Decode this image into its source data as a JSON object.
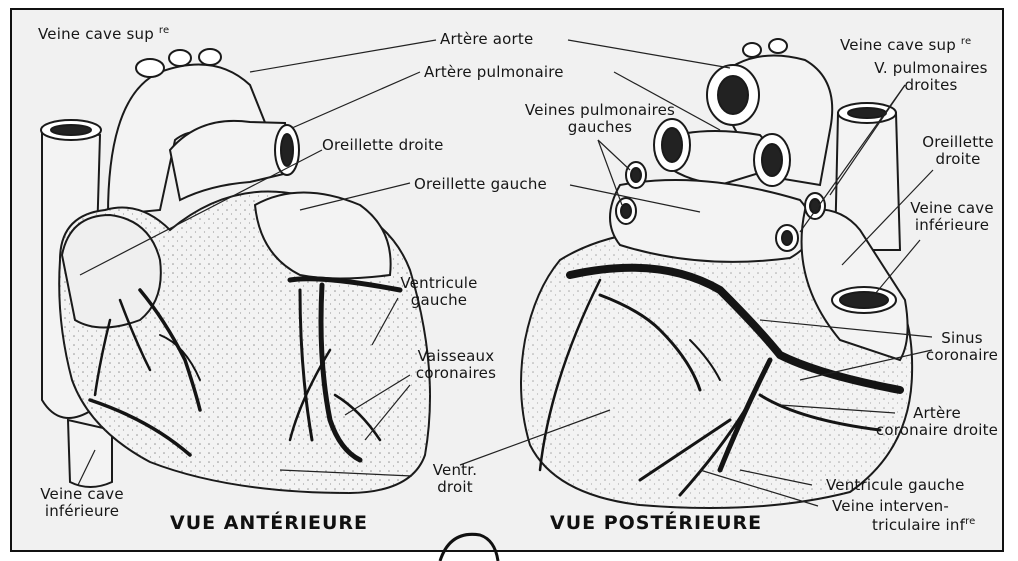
{
  "views": {
    "anterior": {
      "title": "VUE ANTÉRIEURE",
      "labels": {
        "veine_cave_sup": "Veine cave sup",
        "veine_cave_sup_sup": "re",
        "artere_aorte": "Artère aorte",
        "artere_pulmonaire": "Artère pulmonaire",
        "oreillette_droite": "Oreillette droite",
        "oreillette_gauche": "Oreillette gauche",
        "ventricule_gauche_l1": "Ventricule",
        "ventricule_gauche_l2": "gauche",
        "vaisseaux_l1": "Vaisseaux",
        "vaisseaux_l2": "coronaires",
        "ventr_droit_l1": "Ventr.",
        "ventr_droit_l2": "droit",
        "veine_cave_inf_l1": "Veine cave",
        "veine_cave_inf_l2": "inférieure"
      }
    },
    "posterior": {
      "title": "VUE POSTÉRIEURE",
      "labels": {
        "veine_cave_sup": "Veine cave sup",
        "veine_cave_sup_sup": "re",
        "v_pulm_droites_l1": "V. pulmonaires",
        "v_pulm_droites_l2": "droites",
        "veines_pulm_gauches_l1": "Veines pulmonaires",
        "veines_pulm_gauches_l2": "gauches",
        "oreillette_droite_l1": "Oreillette",
        "oreillette_droite_l2": "droite",
        "veine_cave_inf_l1": "Veine cave",
        "veine_cave_inf_l2": "inférieure",
        "sinus_l1": "Sinus",
        "sinus_l2": "coronaire",
        "artere_cor_l1": "Artère",
        "artere_cor_l2": "coronaire droite",
        "ventricule_gauche": "Ventricule gauche",
        "veine_interv_l1": "Veine interven-",
        "veine_interv_l2": "triculaire inf",
        "veine_interv_sup": "re"
      }
    }
  }
}
